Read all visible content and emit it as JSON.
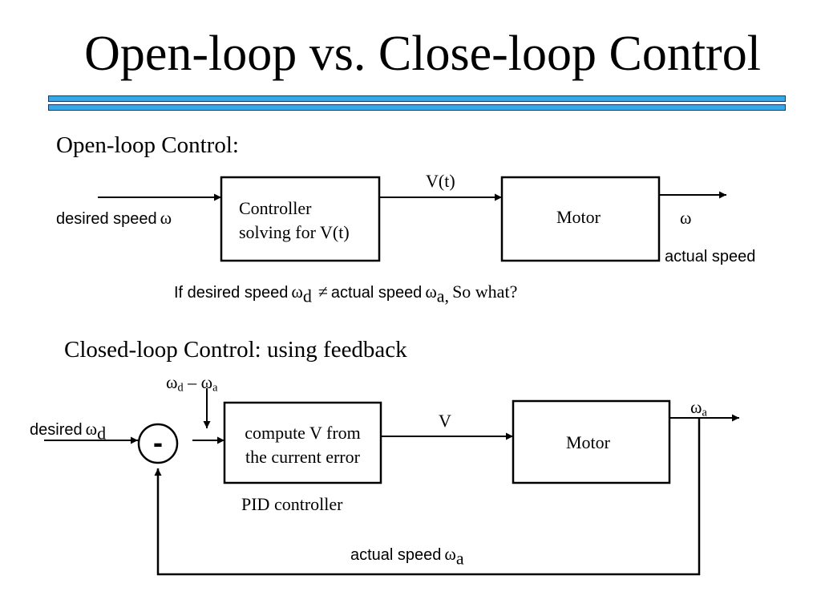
{
  "slide": {
    "title": "Open-loop vs. Close-loop Control"
  },
  "open_loop": {
    "heading": "Open-loop Control:",
    "input_label": "desired speed",
    "input_symbol": "ω",
    "controller_line1": "Controller",
    "controller_line2": "solving for V(t)",
    "signal_label": "V(t)",
    "motor_label": "Motor",
    "output_symbol": "ω",
    "output_caption": "actual speed"
  },
  "question": {
    "prefix": "If desired speed",
    "omega": "ω",
    "sub_d": "d",
    "neq": "≠",
    "middle": "actual speed",
    "sub_a": "a,",
    "suffix": "So what?"
  },
  "closed_loop": {
    "heading": "Closed-loop Control:  using feedback",
    "error_omega_d": "ω",
    "error_sub_d": "d",
    "error_minus": "–",
    "error_omega_a": "ω",
    "error_sub_a": "a",
    "input_label": "desired",
    "input_omega": "ω",
    "input_sub": "d",
    "sum_sign": "-",
    "pid_line1": "compute V from",
    "pid_line2": "the current error",
    "pid_caption": "PID controller",
    "signal_label": "V",
    "motor_label": "Motor",
    "output_omega": "ω",
    "output_sub": "a",
    "feedback_label": "actual speed",
    "feedback_omega": "ω",
    "feedback_sub": "a"
  }
}
